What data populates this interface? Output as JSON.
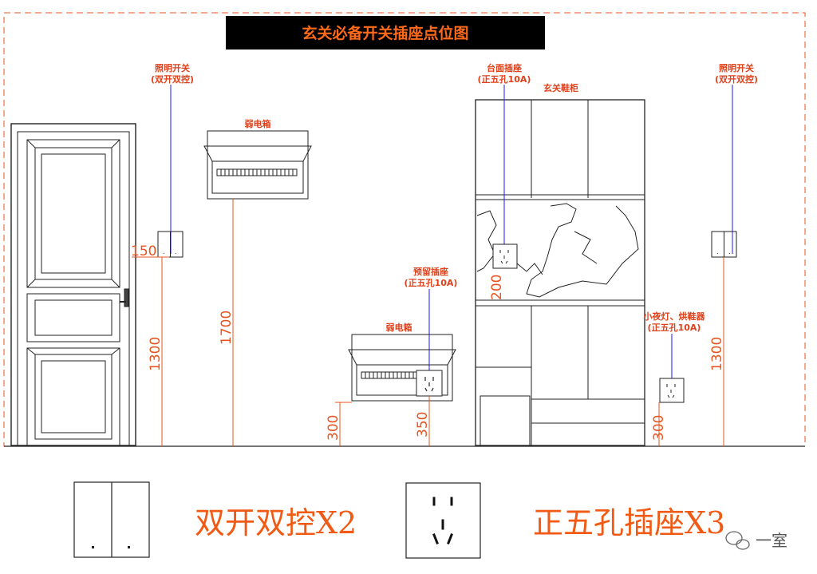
{
  "title": "玄关必备开关插座点位图",
  "labels": {
    "switch_left_1": "照明开关",
    "switch_left_2": "(双开双控)",
    "weak_box_top": "弱电箱",
    "socket_counter_1": "台面插座",
    "socket_counter_2": "(正五孔10A)",
    "shoe_cabinet": "玄关鞋柜",
    "switch_right_1": "照明开关",
    "switch_right_2": "(双开双控)",
    "reserve_socket_1": "预留插座",
    "reserve_socket_2": "(正五孔10A)",
    "weak_box_bottom": "弱电箱",
    "night_light_1": "小夜灯、烘鞋器",
    "night_light_2": "(正五孔10A)"
  },
  "dimensions": {
    "d150": "150",
    "d1300_left": "1300",
    "d1700": "1700",
    "d300_box": "300",
    "d350": "350",
    "d200": "200",
    "d300_right": "300",
    "d1300_right": "1300"
  },
  "legend": {
    "switch_text": "双开双控X2",
    "socket_text": "正五孔插座X3"
  },
  "watermark": "一室",
  "colors": {
    "annotation": "#e0401a",
    "leader": "#1a1aff",
    "outline": "#222222",
    "title_bg": "#000000",
    "border_dash": "#e8541f"
  }
}
